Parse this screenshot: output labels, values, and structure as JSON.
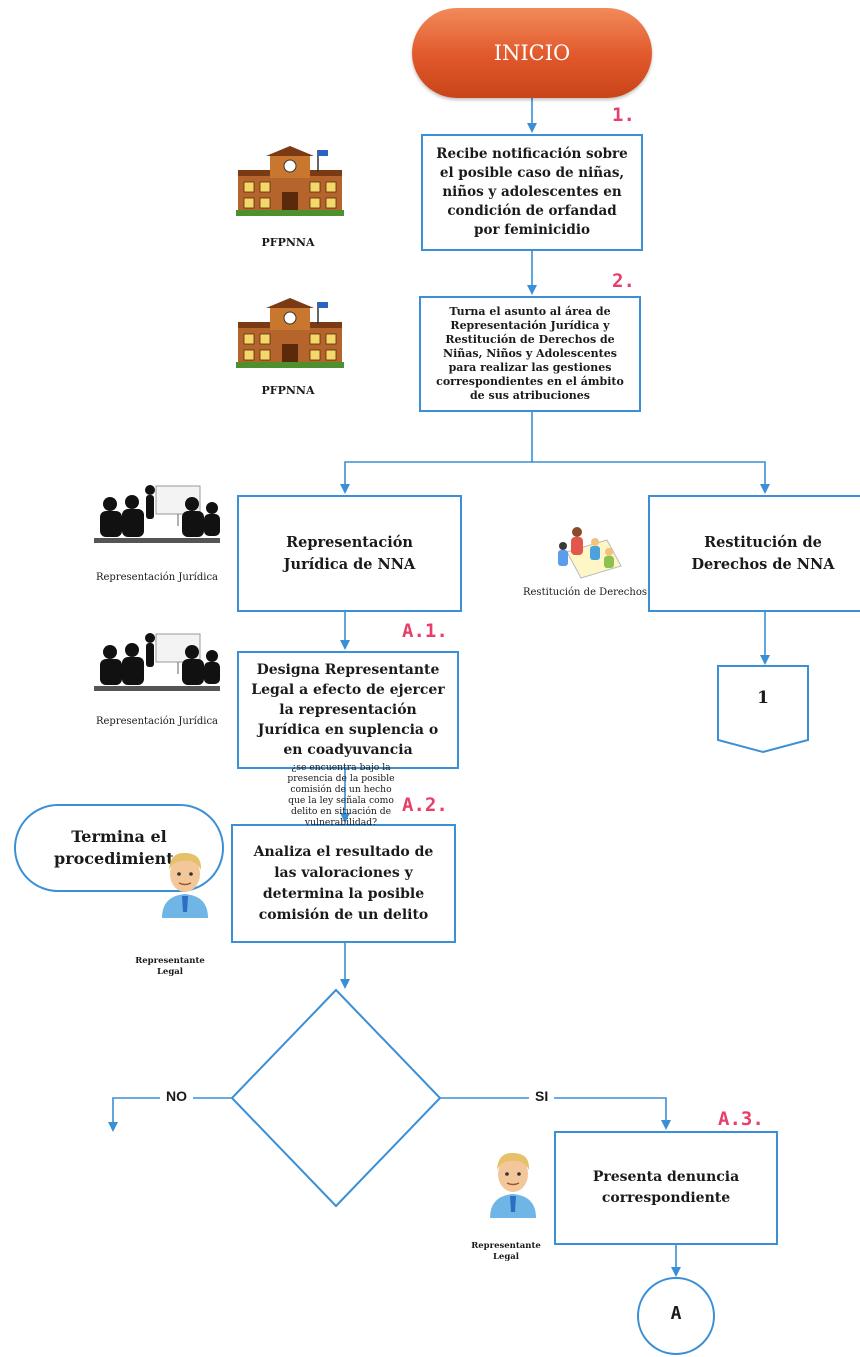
{
  "start": {
    "label": "INICIO"
  },
  "steps": {
    "s1": "1.",
    "s2": "2.",
    "a1": "A.1.",
    "a2": "A.2.",
    "a3": "A.3."
  },
  "boxes": {
    "notificacion": "Recibe notificación sobre el posible caso de niñas, niños y adolescentes en condición de orfandad por feminicidio",
    "turna": "Turna el asunto al área de Representación Jurídica y Restitución de Derechos de Niñas, Niños y Adolescentes para realizar las gestiones correspondientes en el ámbito de sus atribuciones",
    "representacion": "Representación Jurídica de NNA",
    "restitucion": "Restitución de Derechos de NNA",
    "designa": "Designa Representante Legal a efecto de ejercer la representación Jurídica en suplencia o en coadyuvancia",
    "analiza": "Analiza el resultado de las valoraciones y determina la posible comisión de un delito",
    "presenta": "Presenta denuncia correspondiente"
  },
  "decision": {
    "text": "¿se encuentra bajo la presencia de la posible comisión de un hecho que la ley señala como delito en situación de vulnerabilidad?",
    "no_label": "NO",
    "si_label": "SI"
  },
  "end": {
    "label": "Termina el procedimiento"
  },
  "connectors": {
    "offpage": "1",
    "onpage": "A"
  },
  "captions": {
    "pfpnna_1": "PFPNNA",
    "pfpnna_2": "PFPNNA",
    "rep_juridica_1": "Representación Jurídica",
    "rep_juridica_2": "Representación Jurídica",
    "restitucion": "Restitución de Derechos",
    "rep_legal_1": "Representante Legal",
    "rep_legal_2": "Representante Legal"
  },
  "icons": {
    "building": "school-building-icon",
    "meeting": "meeting-room-icon",
    "family": "family-restitution-icon",
    "person": "legal-representative-icon"
  },
  "colors": {
    "line": "#3a8fd6",
    "start_fill": "#e0572a",
    "step_label": "#e83e6a"
  }
}
